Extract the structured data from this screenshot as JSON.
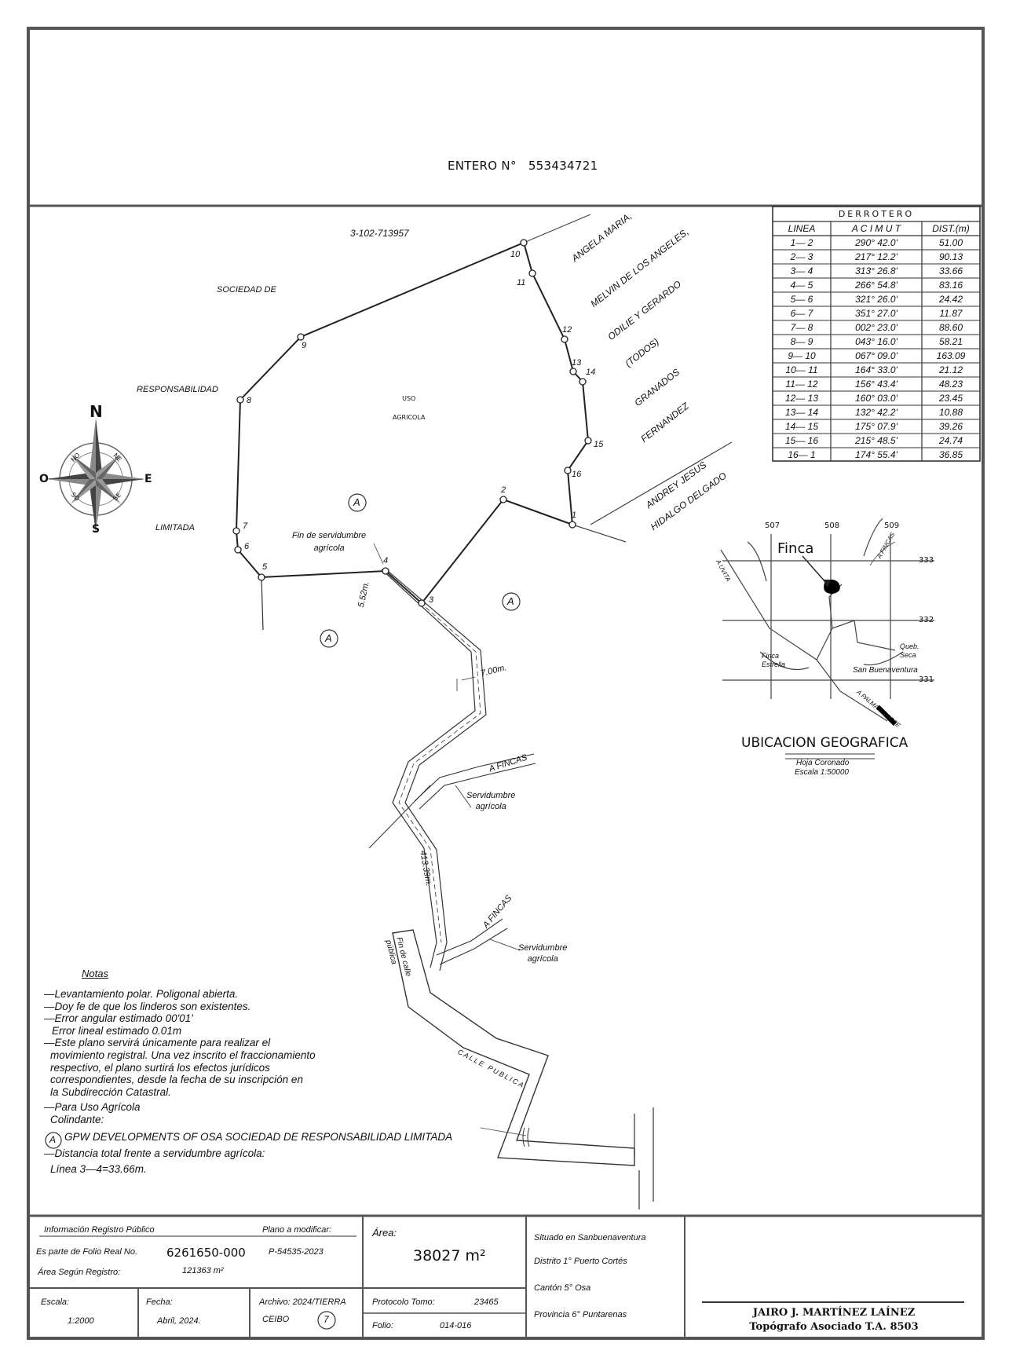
{
  "header": {
    "entero_label": "ENTERO N°",
    "entero_number": "553434721"
  },
  "derrotero": {
    "title": "DERROTERO",
    "columns": [
      "LINEA",
      "A C I M U T",
      "DIST.(m)"
    ],
    "rows": [
      [
        "1— 2",
        "290° 42.0'",
        "51.00"
      ],
      [
        "2— 3",
        "217° 12.2'",
        "90.13"
      ],
      [
        "3— 4",
        "313° 26.8'",
        "33.66"
      ],
      [
        "4— 5",
        "266° 54.8'",
        "83.16"
      ],
      [
        "5— 6",
        "321° 26.0'",
        "24.42"
      ],
      [
        "6— 7",
        "351° 27.0'",
        "11.87"
      ],
      [
        "7— 8",
        "002° 23.0'",
        "88.60"
      ],
      [
        "8— 9",
        "043° 16.0'",
        "58.21"
      ],
      [
        "9— 10",
        "067° 09.0'",
        "163.09"
      ],
      [
        "10— 11",
        "164° 33.0'",
        "21.12"
      ],
      [
        "11— 12",
        "156° 43.4'",
        "48.23"
      ],
      [
        "12— 13",
        "160° 03.0'",
        "23.45"
      ],
      [
        "13— 14",
        "132° 42.2'",
        "10.88"
      ],
      [
        "14— 15",
        "175° 07.9'",
        "39.26"
      ],
      [
        "15— 16",
        "215° 48.5'",
        "24.74"
      ],
      [
        "16— 1",
        "174° 55.4'",
        "36.85"
      ]
    ]
  },
  "map": {
    "owner_ref": "3-102-713957",
    "owner_words": [
      "SOCIEDAD DE",
      "RESPONSABILIDAD",
      "LIMITADA"
    ],
    "neighbors": [
      "ANGELA MARIA,",
      "MELVIN DE LOS ANGELES,",
      "ODILIE Y GERARDO",
      "(TODOS)",
      "GRANADOS",
      "FERNANDEZ"
    ],
    "neighbor2": [
      "ANDREY JESUS",
      "HIDALGO DELGADO"
    ],
    "use_label": [
      "USO",
      "AGRICOLA"
    ],
    "parcel_mark": "A",
    "vertex_labels": [
      "1",
      "2",
      "3",
      "4",
      "5",
      "6",
      "7",
      "8",
      "9",
      "10",
      "11",
      "12",
      "13",
      "14",
      "15",
      "16"
    ],
    "easement_end": [
      "Fin de servidumbre",
      "agrícola"
    ],
    "width_label": "7.00m.",
    "width_label2": "5.52m.",
    "to_fincas": "A FINCAS",
    "servidumbre": [
      "Servidumbre",
      "agrícola"
    ],
    "road_length": "413.39m.",
    "fin_calle": [
      "Fin de calle",
      "pública"
    ],
    "calle_publica": "CALLE PUBLICA",
    "compass": {
      "n": "N",
      "s": "S",
      "e": "E",
      "o": "O",
      "ne": "NE",
      "no": "NO",
      "se": "SE",
      "so": "SO"
    }
  },
  "location": {
    "title": "UBICACION GEOGRAFICA",
    "sheet": "Hoja Coronado",
    "scale": "Escala 1:50000",
    "finca_label": "Finca",
    "grid_x": [
      "507",
      "508",
      "509"
    ],
    "grid_y": [
      "333",
      "332",
      "331"
    ],
    "places": [
      "Finca Estrella",
      "San Buenaventura",
      "Queb. Seca",
      "A FINCAS",
      "A PALMAR NORTE",
      "A UVITA"
    ]
  },
  "notes": {
    "title": "Notas",
    "lines": [
      "—Levantamiento polar. Poligonal abierta.",
      "—Doy fe de que los linderos son existentes.",
      "—Error angular estimado 00'01'",
      "  Error lineal estimado 0.01m",
      "—Este plano servirá únicamente para realizar el",
      "  movimiento registral. Una vez inscrito el fraccionamiento",
      "  respectivo, el plano surtirá los efectos jurídicos",
      "  correspondientes, desde la fecha de su inscripción en",
      "  la Subdirección Catastral.",
      "—Para Uso Agrícola",
      "  Colindante:",
      "GPW DEVELOPMENTS OF OSA SOCIEDAD DE RESPONSABILIDAD LIMITADA",
      "—Distancia total frente a servidumbre agrícola:",
      "  Línea 3—4=33.66m."
    ]
  },
  "titleblock": {
    "info_registro": "Información Registro Público",
    "plano_modificar_label": "Plano a modificar:",
    "folio_real_label": "Es parte de Folio Real No.",
    "folio_real_value": "6261650-000",
    "plano_value": "P-54535-2023",
    "area_registro_label": "Área Según Registro:",
    "area_registro_value": "121363 m²",
    "area_label": "Área:",
    "area_value": "38027 m²",
    "situado": "Situado en Sanbuenaventura",
    "distrito": "Distrito 1° Puerto Cortés",
    "canton": "Cantón 5° Osa",
    "provincia": "Provincia 6° Puntarenas",
    "escala_label": "Escala:",
    "escala_value": "1:2000",
    "fecha_label": "Fecha:",
    "fecha_value": "Abril, 2024.",
    "archivo_label": "Archivo: 2024/TIERRA",
    "archivo_value": "CEIBO",
    "archivo_num": "7",
    "protocolo_label": "Protocolo Tomo:",
    "protocolo_value": "23465",
    "folio_label": "Folio:",
    "folio_value": "014-016",
    "surveyor_name": "JAIRO J. MARTÍNEZ LAÍNEZ",
    "surveyor_title": "Topógrafo Asociado T.A. 8503"
  }
}
